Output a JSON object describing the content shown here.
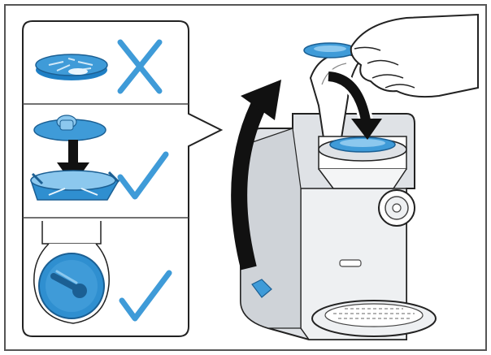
{
  "figure": {
    "panels": [
      {
        "id": "wrong",
        "marker": "cross-icon",
        "marker_color": "#3f9bd8"
      },
      {
        "id": "correct-insert",
        "marker": "check-icon",
        "marker_color": "#3f9bd8"
      },
      {
        "id": "correct-seated",
        "marker": "check-icon",
        "marker_color": "#3f9bd8"
      }
    ],
    "colors": {
      "accent_blue": "#2f8fd0",
      "light_blue": "#8cc8ee",
      "machine_gray": "#dfe2e6",
      "outline": "#222222",
      "arrow": "#111111"
    }
  }
}
